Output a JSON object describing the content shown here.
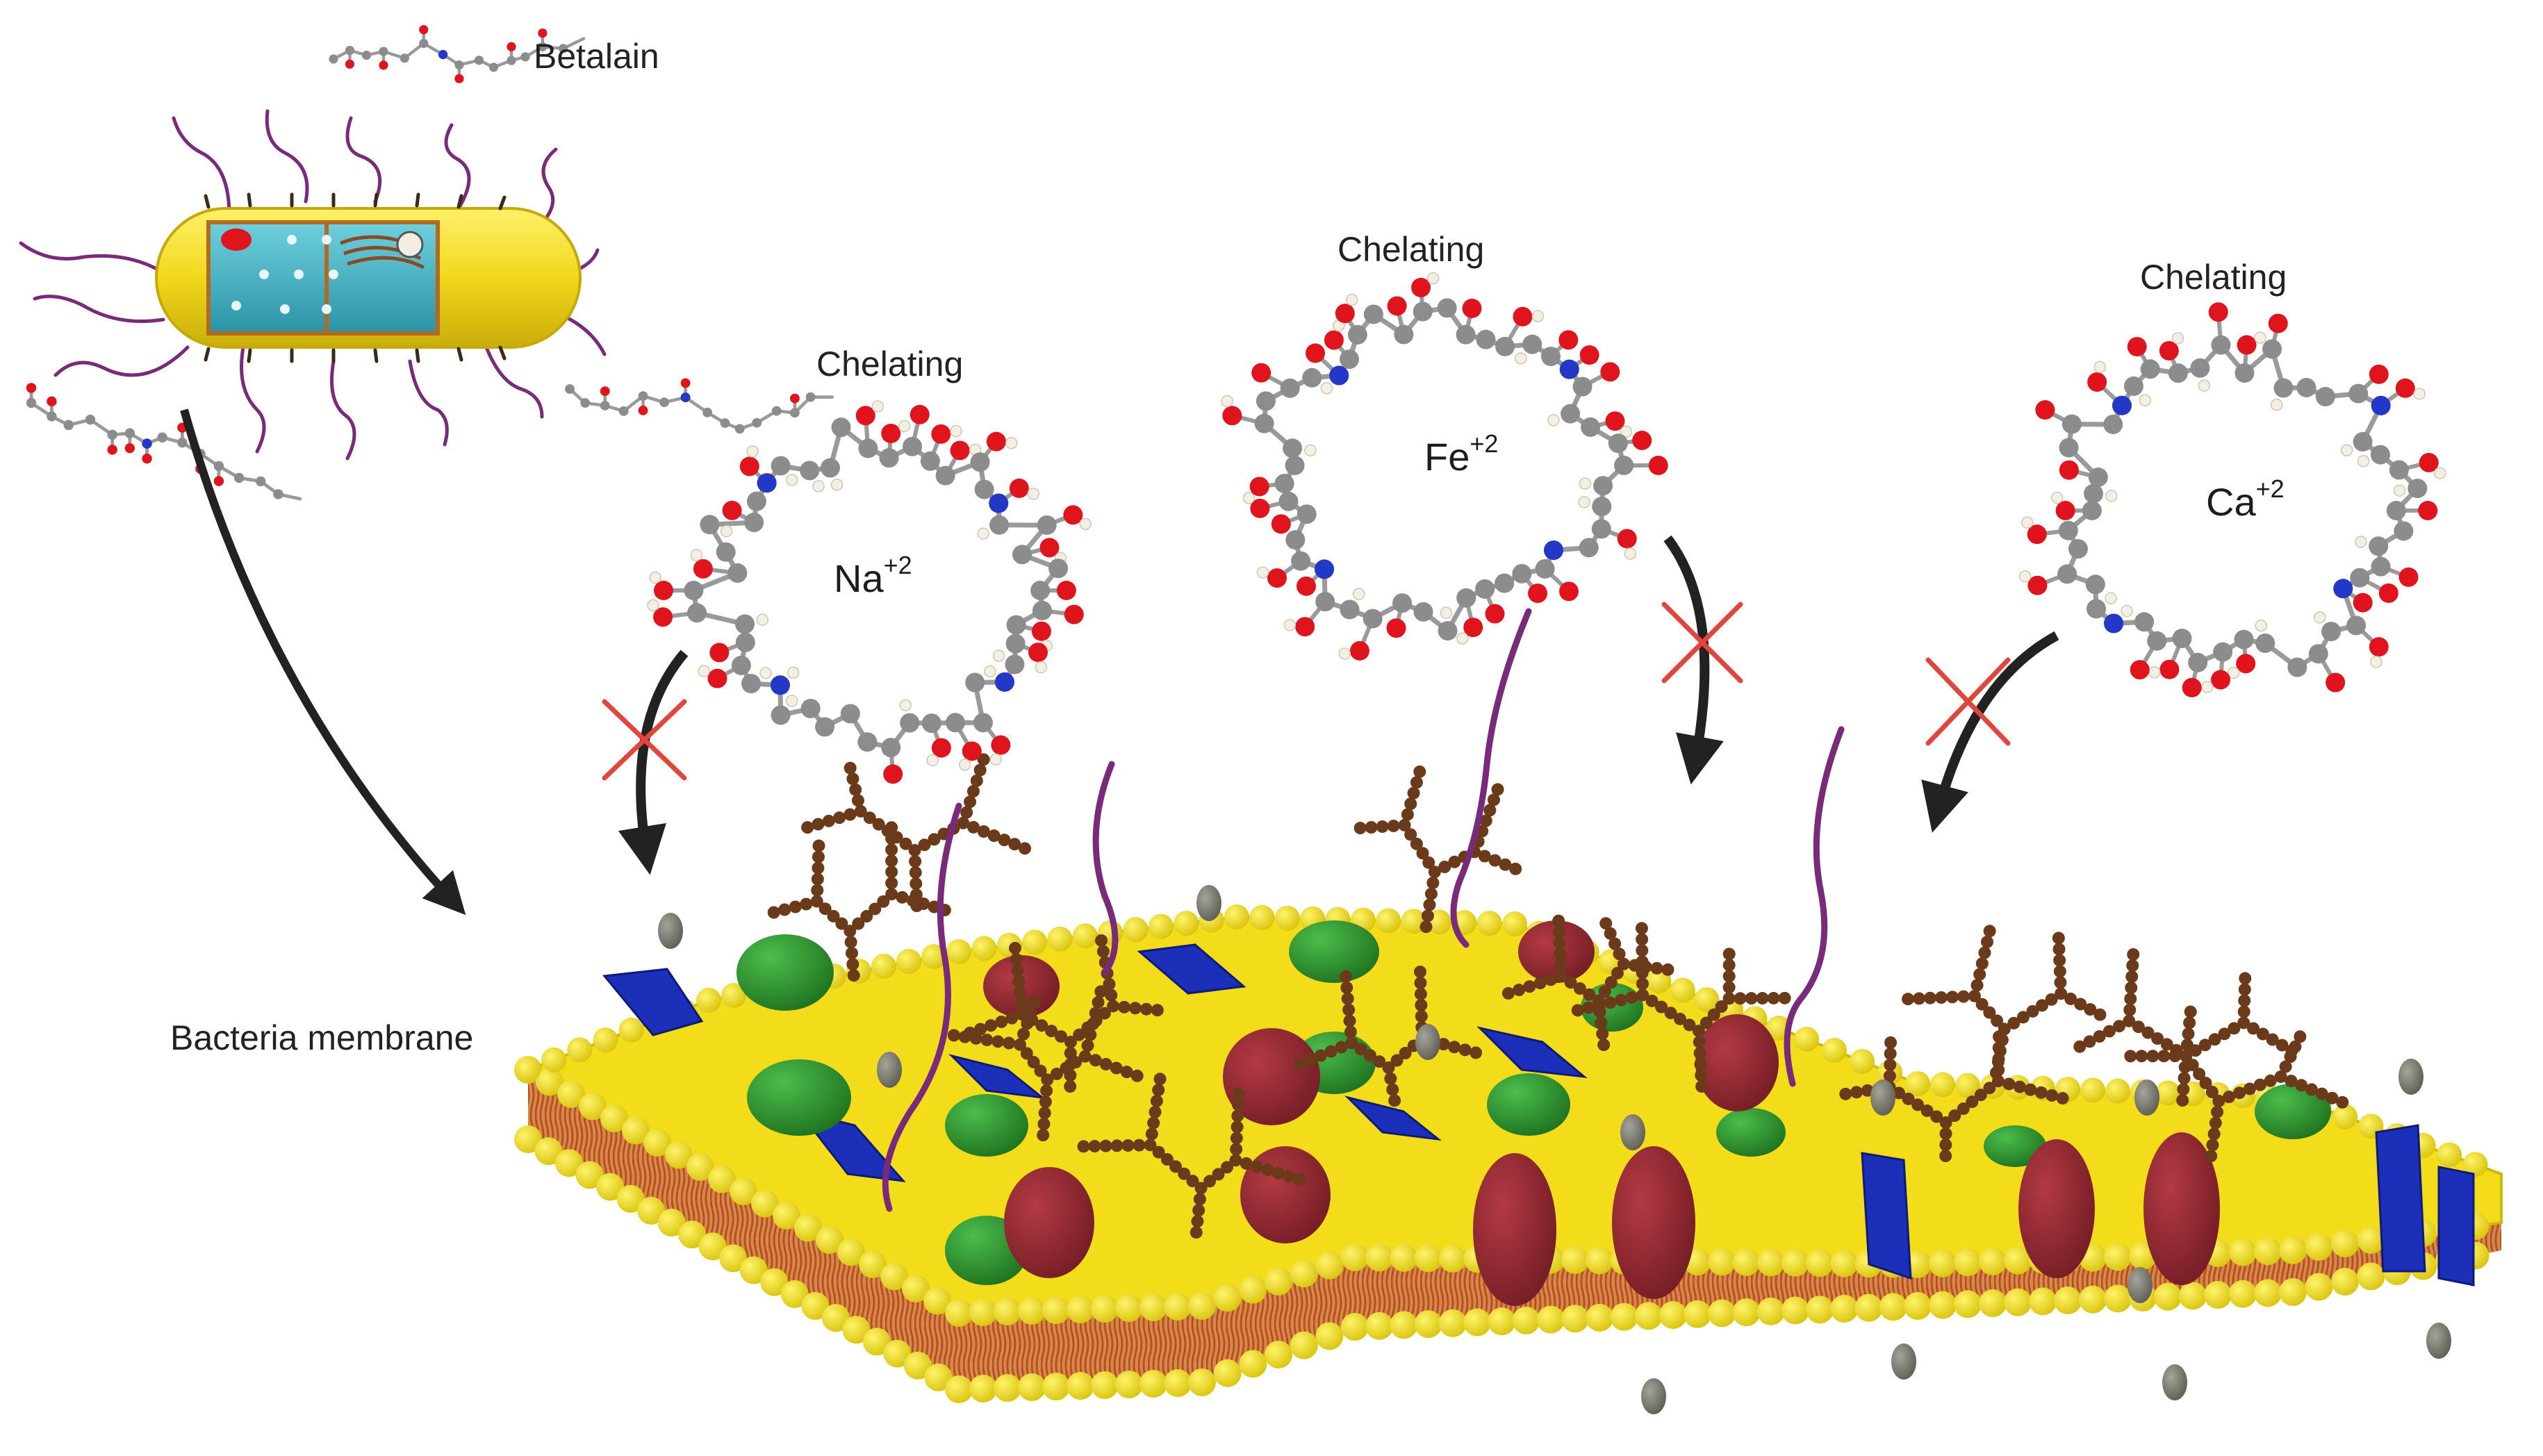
{
  "labels": {
    "betalain": "Betalain",
    "bacteria_membrane": "Bacteria membrane",
    "chelating_na": "Chelating",
    "chelating_fe": "Chelating",
    "chelating_ca": "Chelating"
  },
  "ions": {
    "na": {
      "symbol": "Na",
      "charge": "+2"
    },
    "fe": {
      "symbol": "Fe",
      "charge": "+2"
    },
    "ca": {
      "symbol": "Ca",
      "charge": "+2"
    }
  },
  "colors": {
    "membrane_head": "#f6e21a",
    "membrane_head_shade": "#d4c20e",
    "lipid_tail": "#c8632b",
    "pore_protein": "#8e2530",
    "globular_protein": "#2a8b2a",
    "channel_protein": "#1b2fb8",
    "glycan": "#6b3a1a",
    "flagellum": "#7a2a7a",
    "ion_particle": "#7a7a6e",
    "carbon": "#8c8c8c",
    "oxygen": "#e0141c",
    "nitrogen": "#2438c8",
    "hydrogen": "#f3efe4",
    "arrow": "#222222",
    "block_cross": "#e0463c",
    "cell_body": "#f0d81a",
    "cell_cytoplasm": "#3fb3c4"
  }
}
